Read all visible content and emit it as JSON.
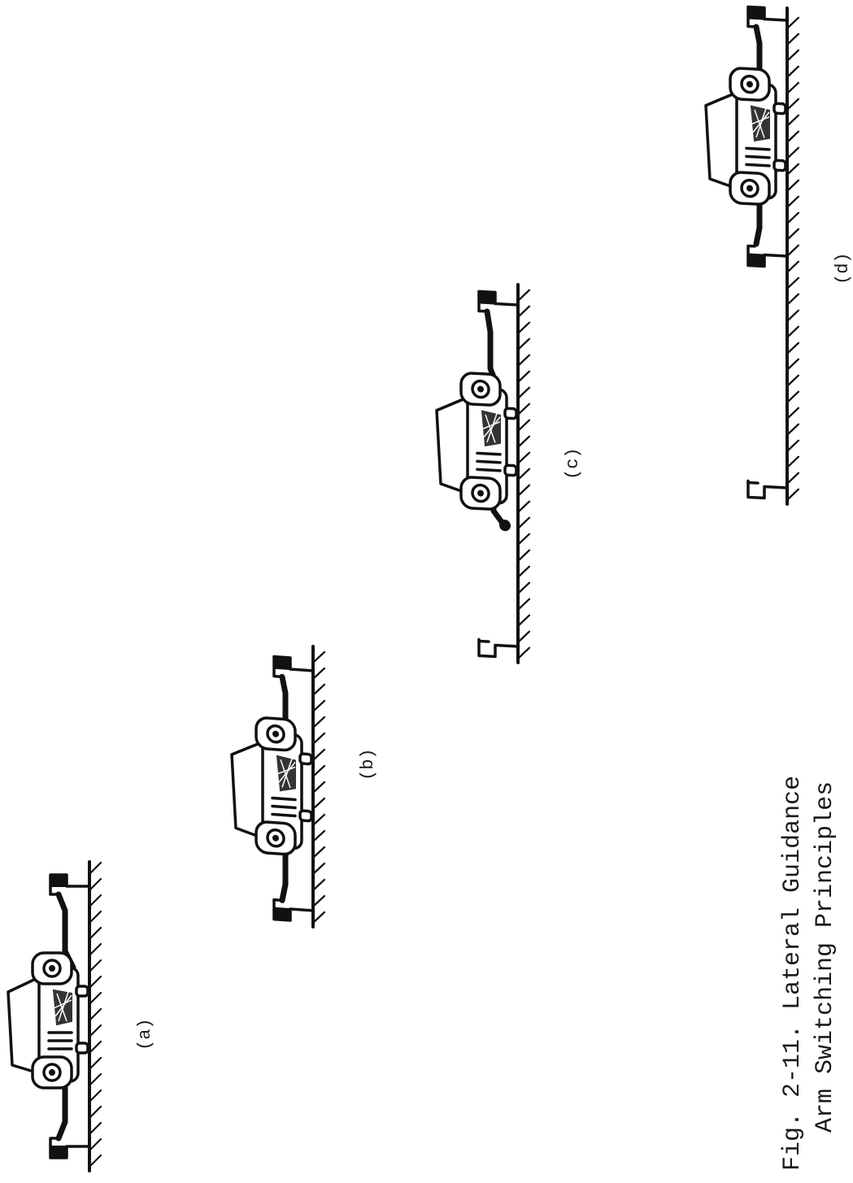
{
  "figure": {
    "panels": [
      {
        "id": "a",
        "label": "(a)"
      },
      {
        "id": "b",
        "label": "(b)"
      },
      {
        "id": "c",
        "label": "(c)"
      },
      {
        "id": "d",
        "label": "(d)"
      }
    ],
    "caption": {
      "line1": "Fig. 2-11.  Lateral Guidance",
      "line2": "Arm Switching Principles"
    }
  }
}
